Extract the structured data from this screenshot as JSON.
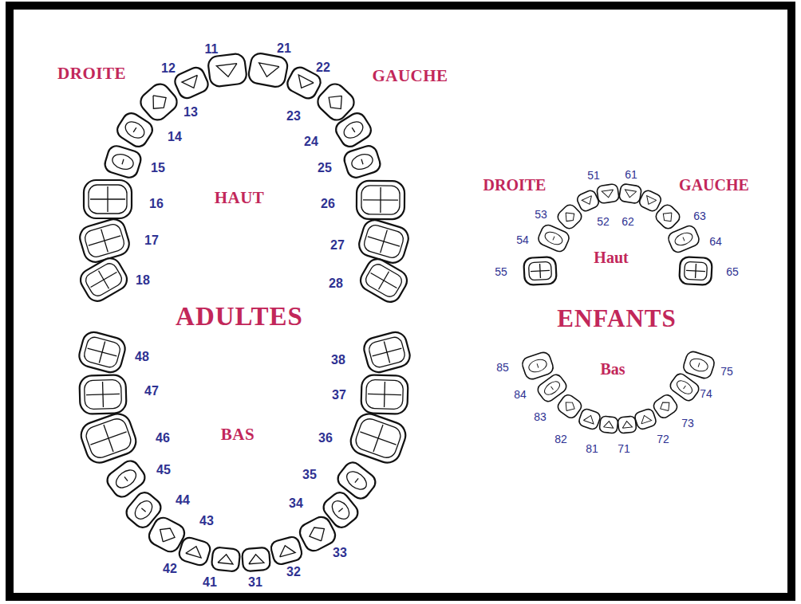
{
  "diagram": {
    "labels": [
      "DROITE",
      "11",
      "21",
      "12",
      "22",
      "GAUCHE",
      "13",
      "23",
      "14",
      "24",
      "15",
      "25",
      "16",
      "HAUT",
      "26",
      "17",
      "27",
      "18",
      "28",
      "ADULTES",
      "48",
      "38",
      "47",
      "37",
      "46",
      "BAS",
      "36",
      "45",
      "35",
      "44",
      "34",
      "43",
      "33",
      "42",
      "32",
      "41",
      "31",
      "DROITE",
      "51",
      "61",
      "GAUCHE",
      "53",
      "52",
      "62",
      "63",
      "54",
      "64",
      "55",
      "Haut",
      "65",
      "ENFANTS",
      "85",
      "Bas",
      "75",
      "84",
      "74",
      "83",
      "73",
      "82",
      "72",
      "81",
      "71"
    ]
  }
}
